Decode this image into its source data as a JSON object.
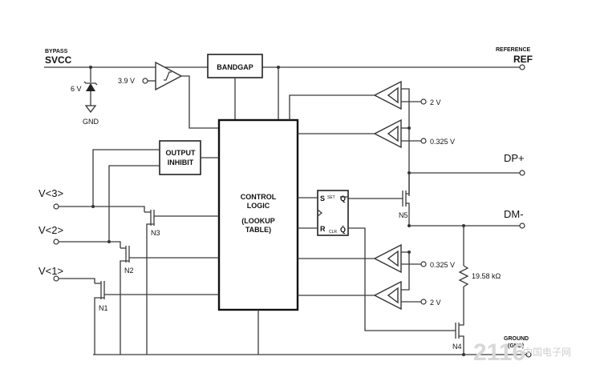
{
  "pins": {
    "bypass": "BYPASS",
    "svcc": "SVCC",
    "reference": "REFERENCE",
    "ref": "REF",
    "dp": "DP+",
    "dm": "DM-",
    "v3": "V<3>",
    "v2": "V<2>",
    "v1": "V<1>",
    "ground": "GROUND",
    "gnd": "(GND)"
  },
  "blocks": {
    "bandgap": "BANDGAP",
    "output_inhibit_1": "OUTPUT",
    "output_inhibit_2": "INHIBIT",
    "control_1": "CONTROL",
    "control_2": "LOGIC",
    "control_3": "(LOOKUP",
    "control_4": "TABLE)"
  },
  "labels": {
    "zener": "6 V",
    "gnd_small": "GND",
    "comp_ref": "3.9 V",
    "v_2v_top": "2 V",
    "v_0325_top": "0.325 V",
    "v_0325_bot": "0.325 V",
    "v_2v_bot": "2 V",
    "resistor": "19.58 kΩ",
    "n1": "N1",
    "n2": "N2",
    "n3": "N3",
    "n4": "N4",
    "n5": "N5",
    "ff_s": "S",
    "ff_r": "R",
    "ff_q": "Q",
    "ff_qbar": "Q̄",
    "ff_set": "SET",
    "ff_clr": "CLR"
  },
  "watermark": {
    "main": "2116",
    "sub": "中国电子网"
  }
}
